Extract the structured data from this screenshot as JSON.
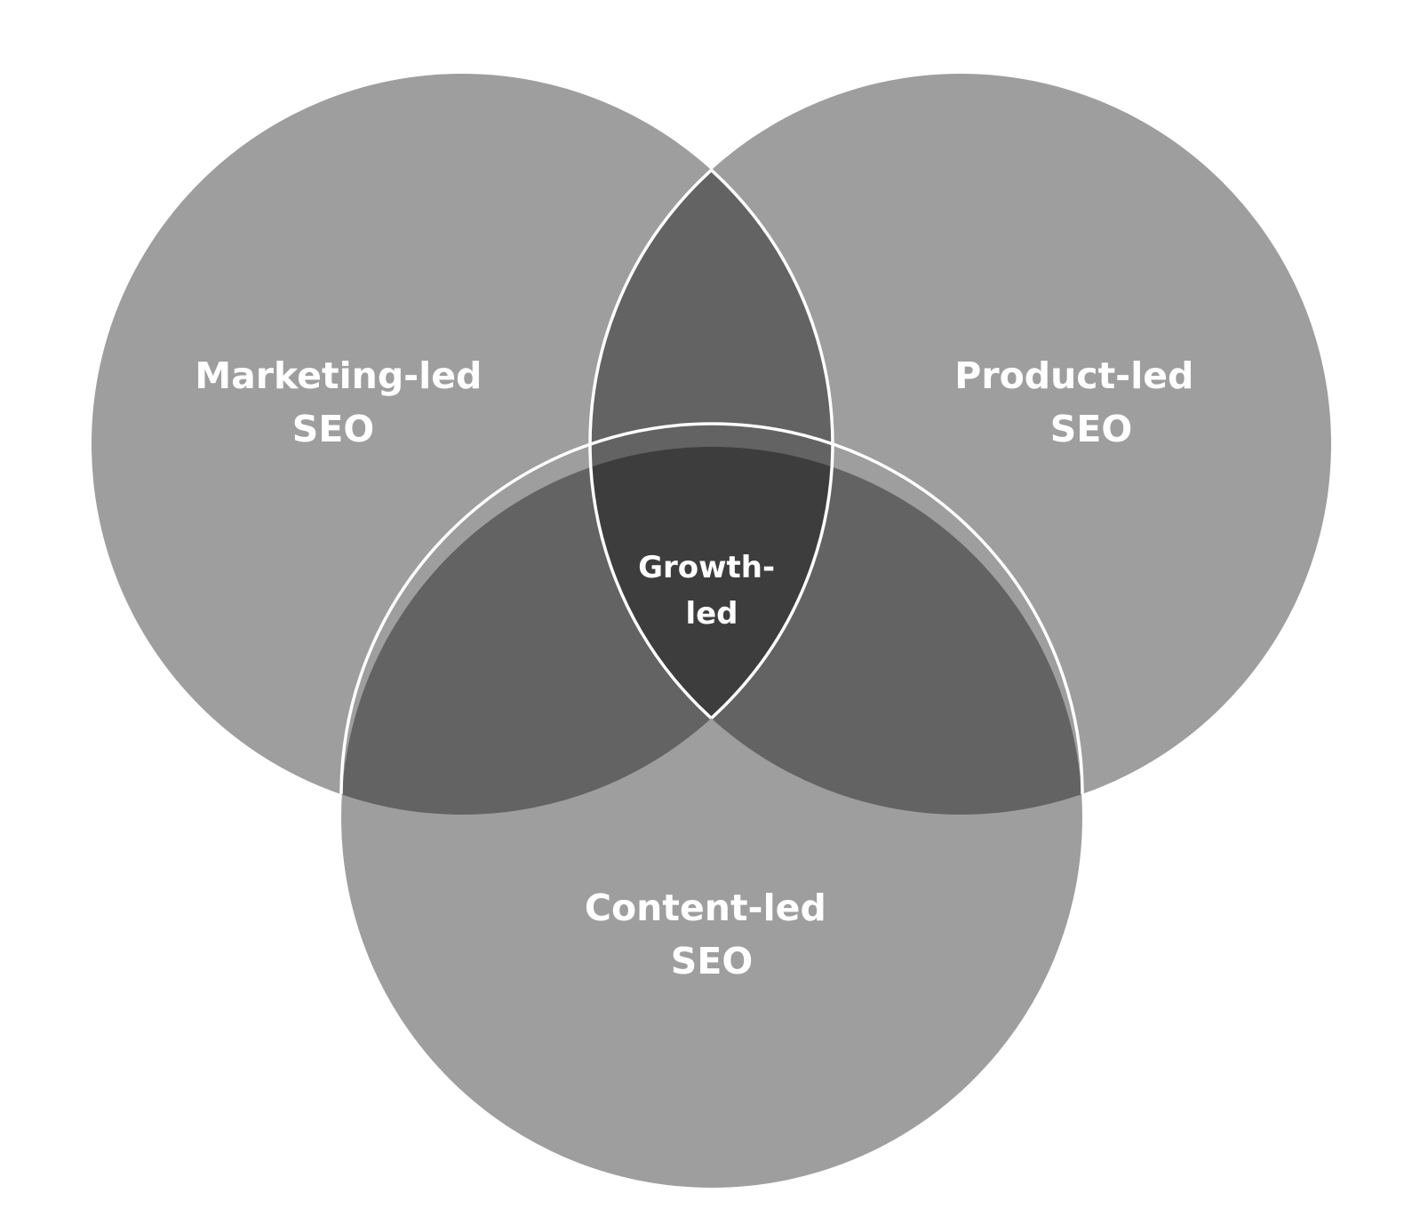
{
  "diagram": {
    "type": "venn",
    "colors": {
      "circle_fill": "#9e9e9e",
      "pair_overlap_fill": "#636363",
      "center_overlap_fill": "#3d3d3d",
      "outline": "#ffffff",
      "label": "#ffffff",
      "background": "#ffffff"
    },
    "sets": [
      {
        "id": "marketing",
        "line1": "Marketing-led",
        "line2": "SEO"
      },
      {
        "id": "product",
        "line1": "Product-led",
        "line2": "SEO"
      },
      {
        "id": "content",
        "line1": "Content-led",
        "line2": "SEO"
      }
    ],
    "center": {
      "line1": "Growth-",
      "line2": "led"
    }
  }
}
